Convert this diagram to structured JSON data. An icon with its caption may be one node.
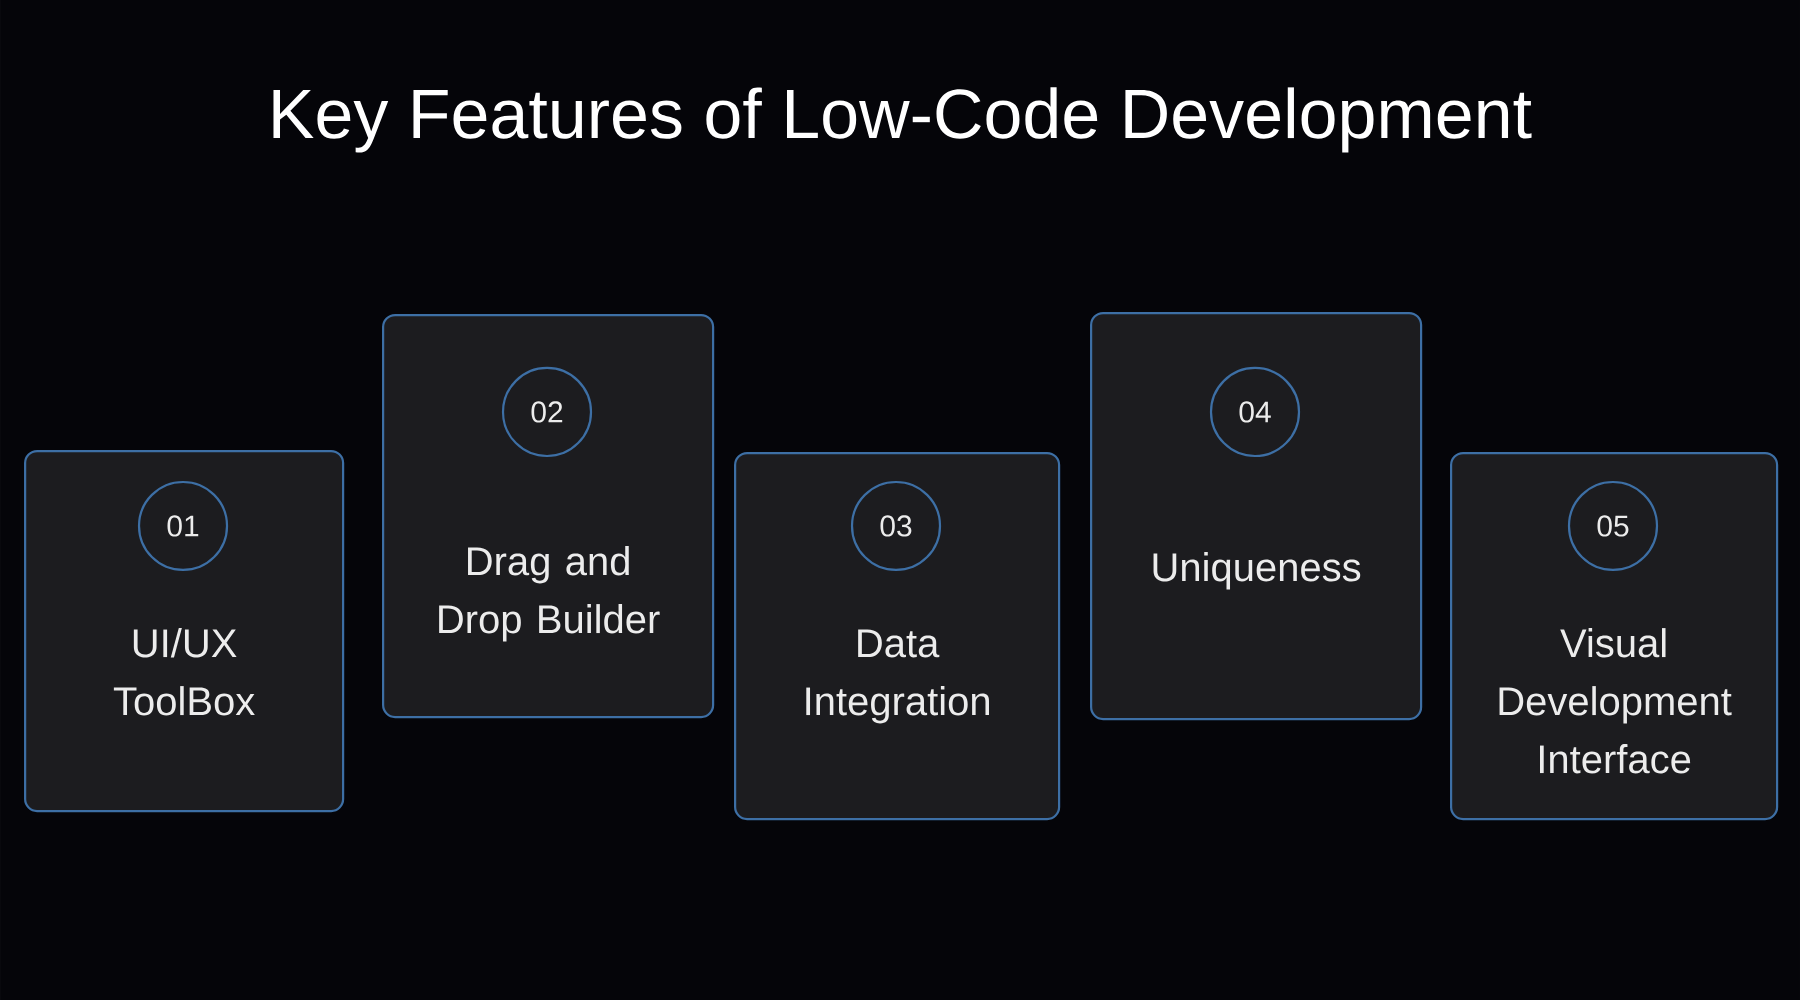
{
  "diagram": {
    "title": "Key Features of Low-Code Development",
    "nodes": [
      {
        "text": [
          "UI/UX ToolBox"
        ]
      },
      {
        "text": [
          "01"
        ],
        "in": 0
      },
      {
        "text": [
          "Drag and Drop Builder"
        ]
      },
      {
        "text": [
          "02"
        ],
        "in": 2
      },
      {
        "text": [
          "Data Integration"
        ]
      },
      {
        "text": [
          "03"
        ],
        "in": 4
      },
      {
        "text": [
          "Uniqueness"
        ]
      },
      {
        "text": [
          "04"
        ],
        "in": 6
      },
      {
        "text": [
          "Visual Development Interface"
        ]
      },
      {
        "text": [
          "05"
        ],
        "in": 8
      }
    ]
  }
}
